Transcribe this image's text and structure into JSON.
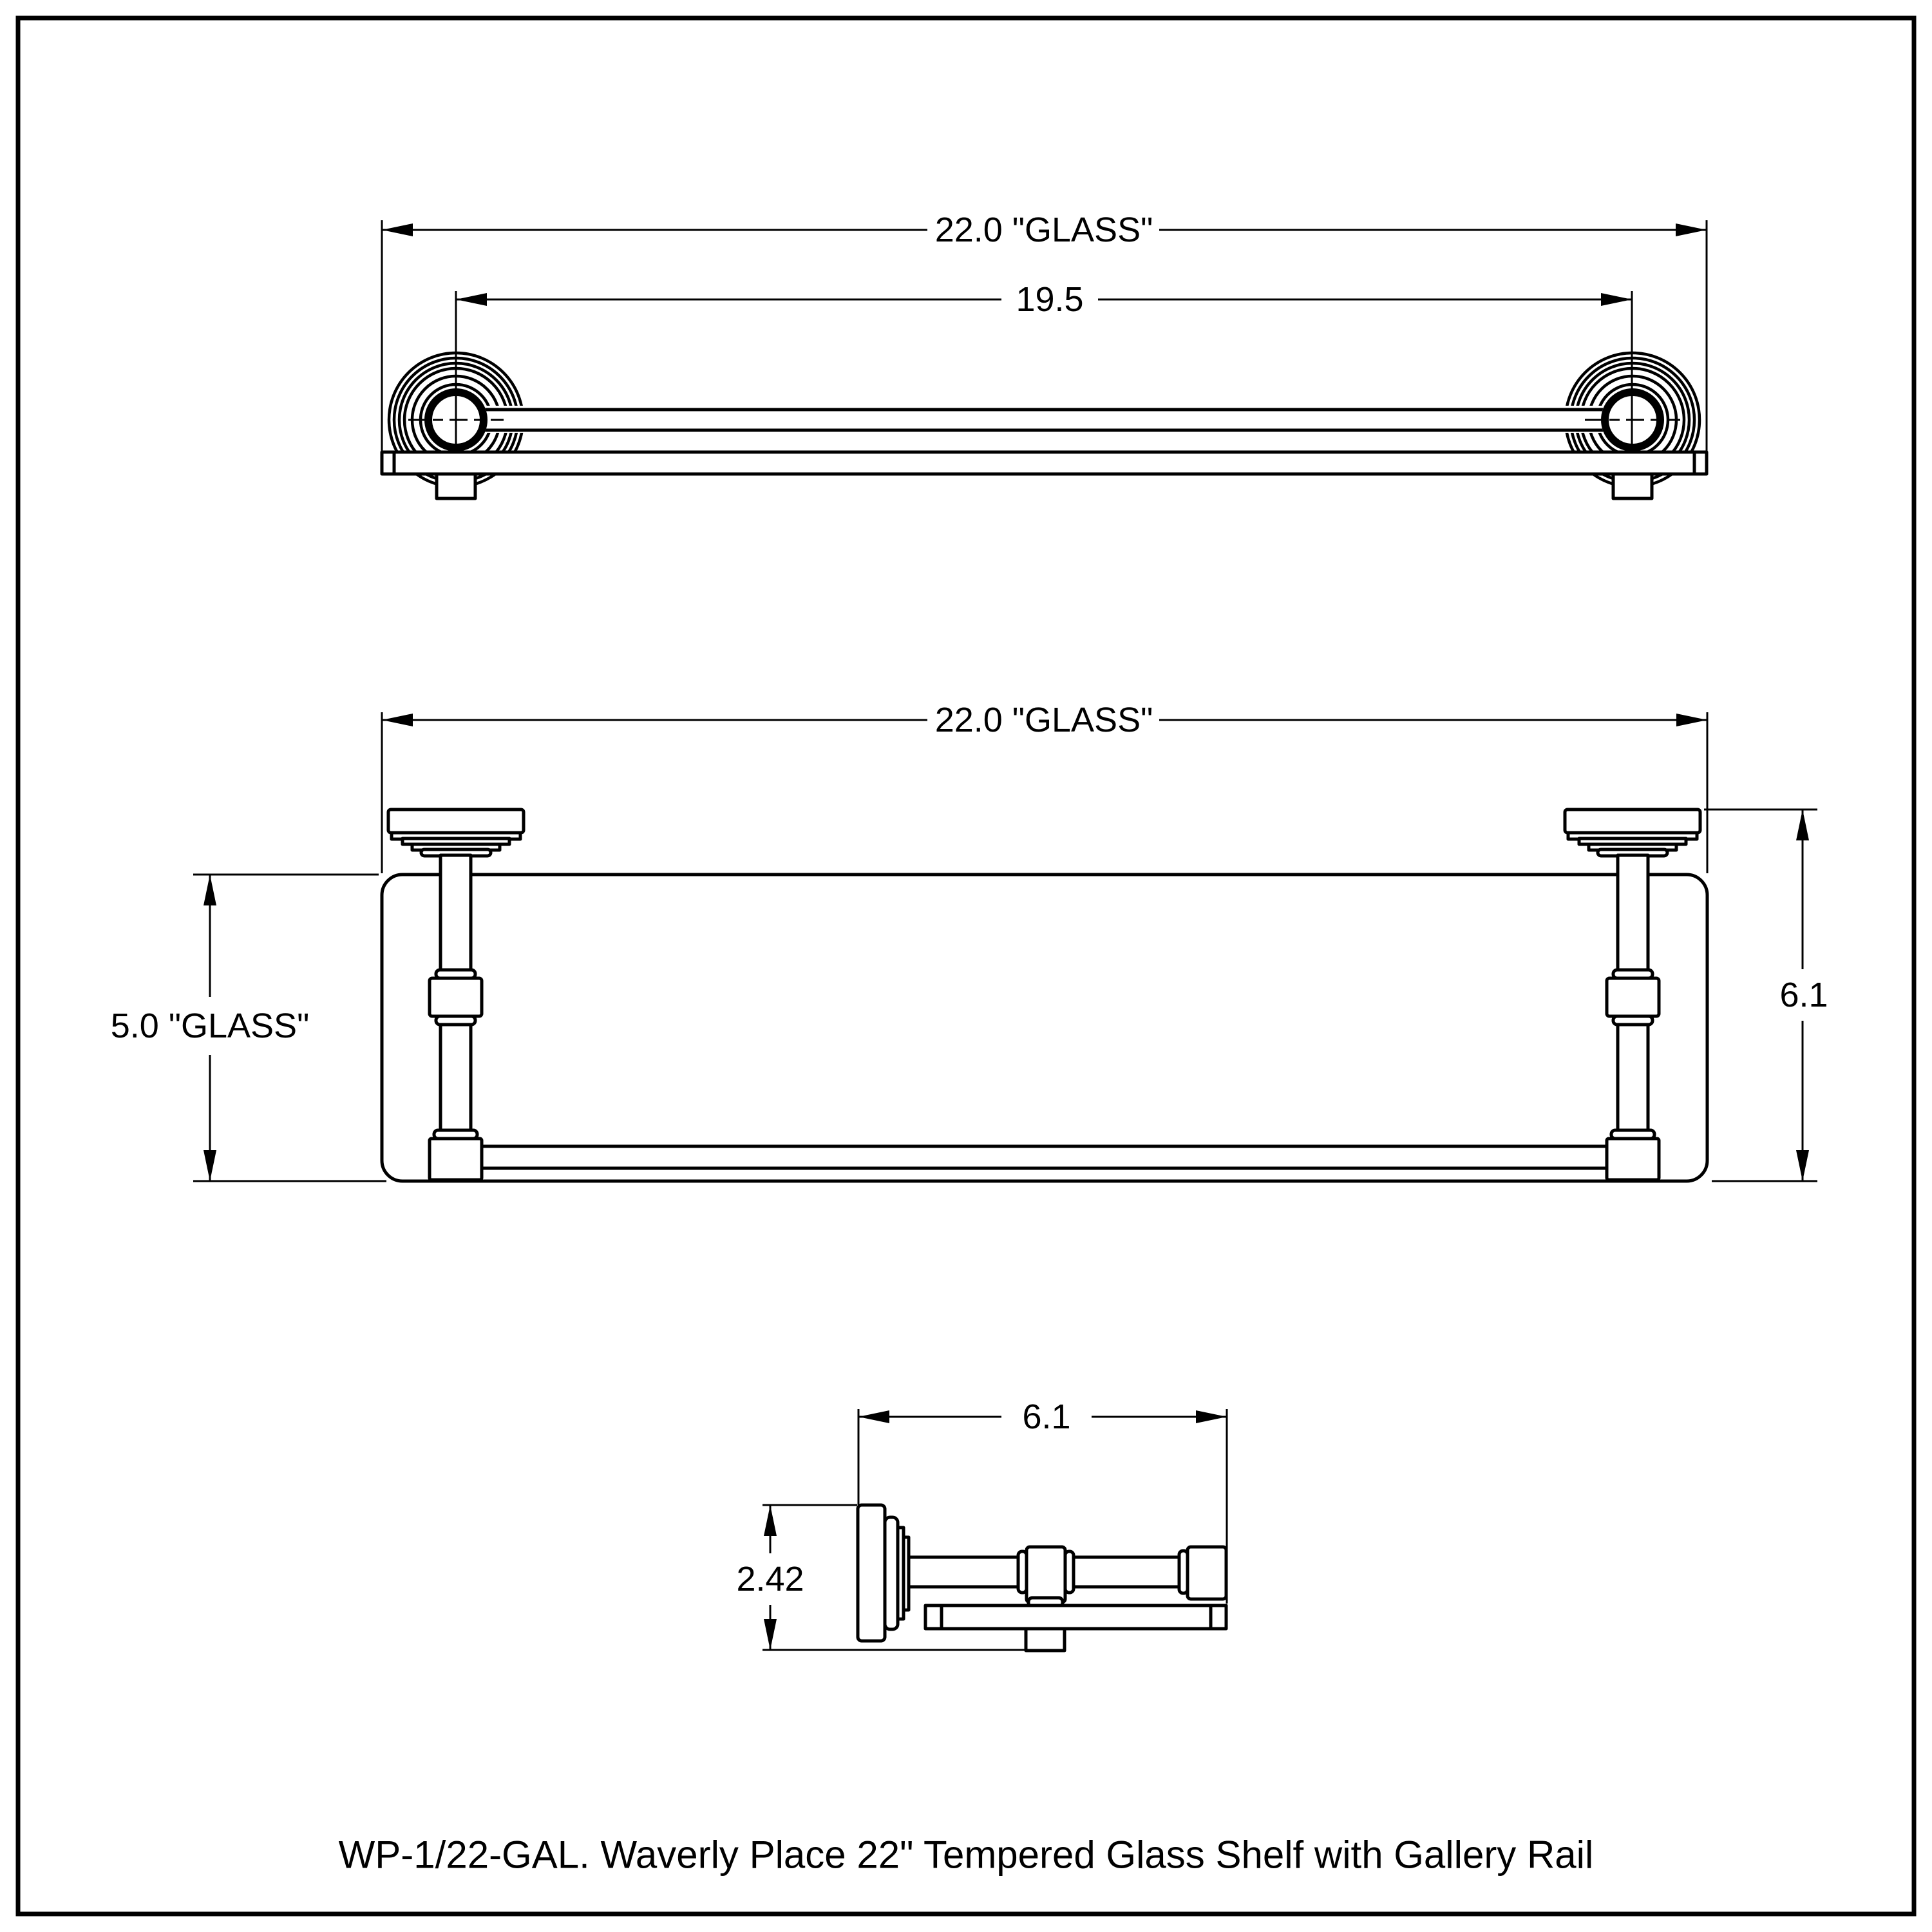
{
  "title": "WP-1/22-GAL. Waverly Place 22\" Tempered Glass Shelf with Gallery Rail",
  "colors": {
    "line": "#000000",
    "background": "#ffffff"
  },
  "views": {
    "top": {
      "width_label": "22.0 \"GLASS\"",
      "post_spacing_label": "19.5"
    },
    "front": {
      "width_label": "22.0 \"GLASS\"",
      "glass_height_label": "5.0 \"GLASS\"",
      "overall_height_label": "6.1"
    },
    "side": {
      "depth_label": "6.1",
      "bracket_height_label": "2.42"
    }
  }
}
